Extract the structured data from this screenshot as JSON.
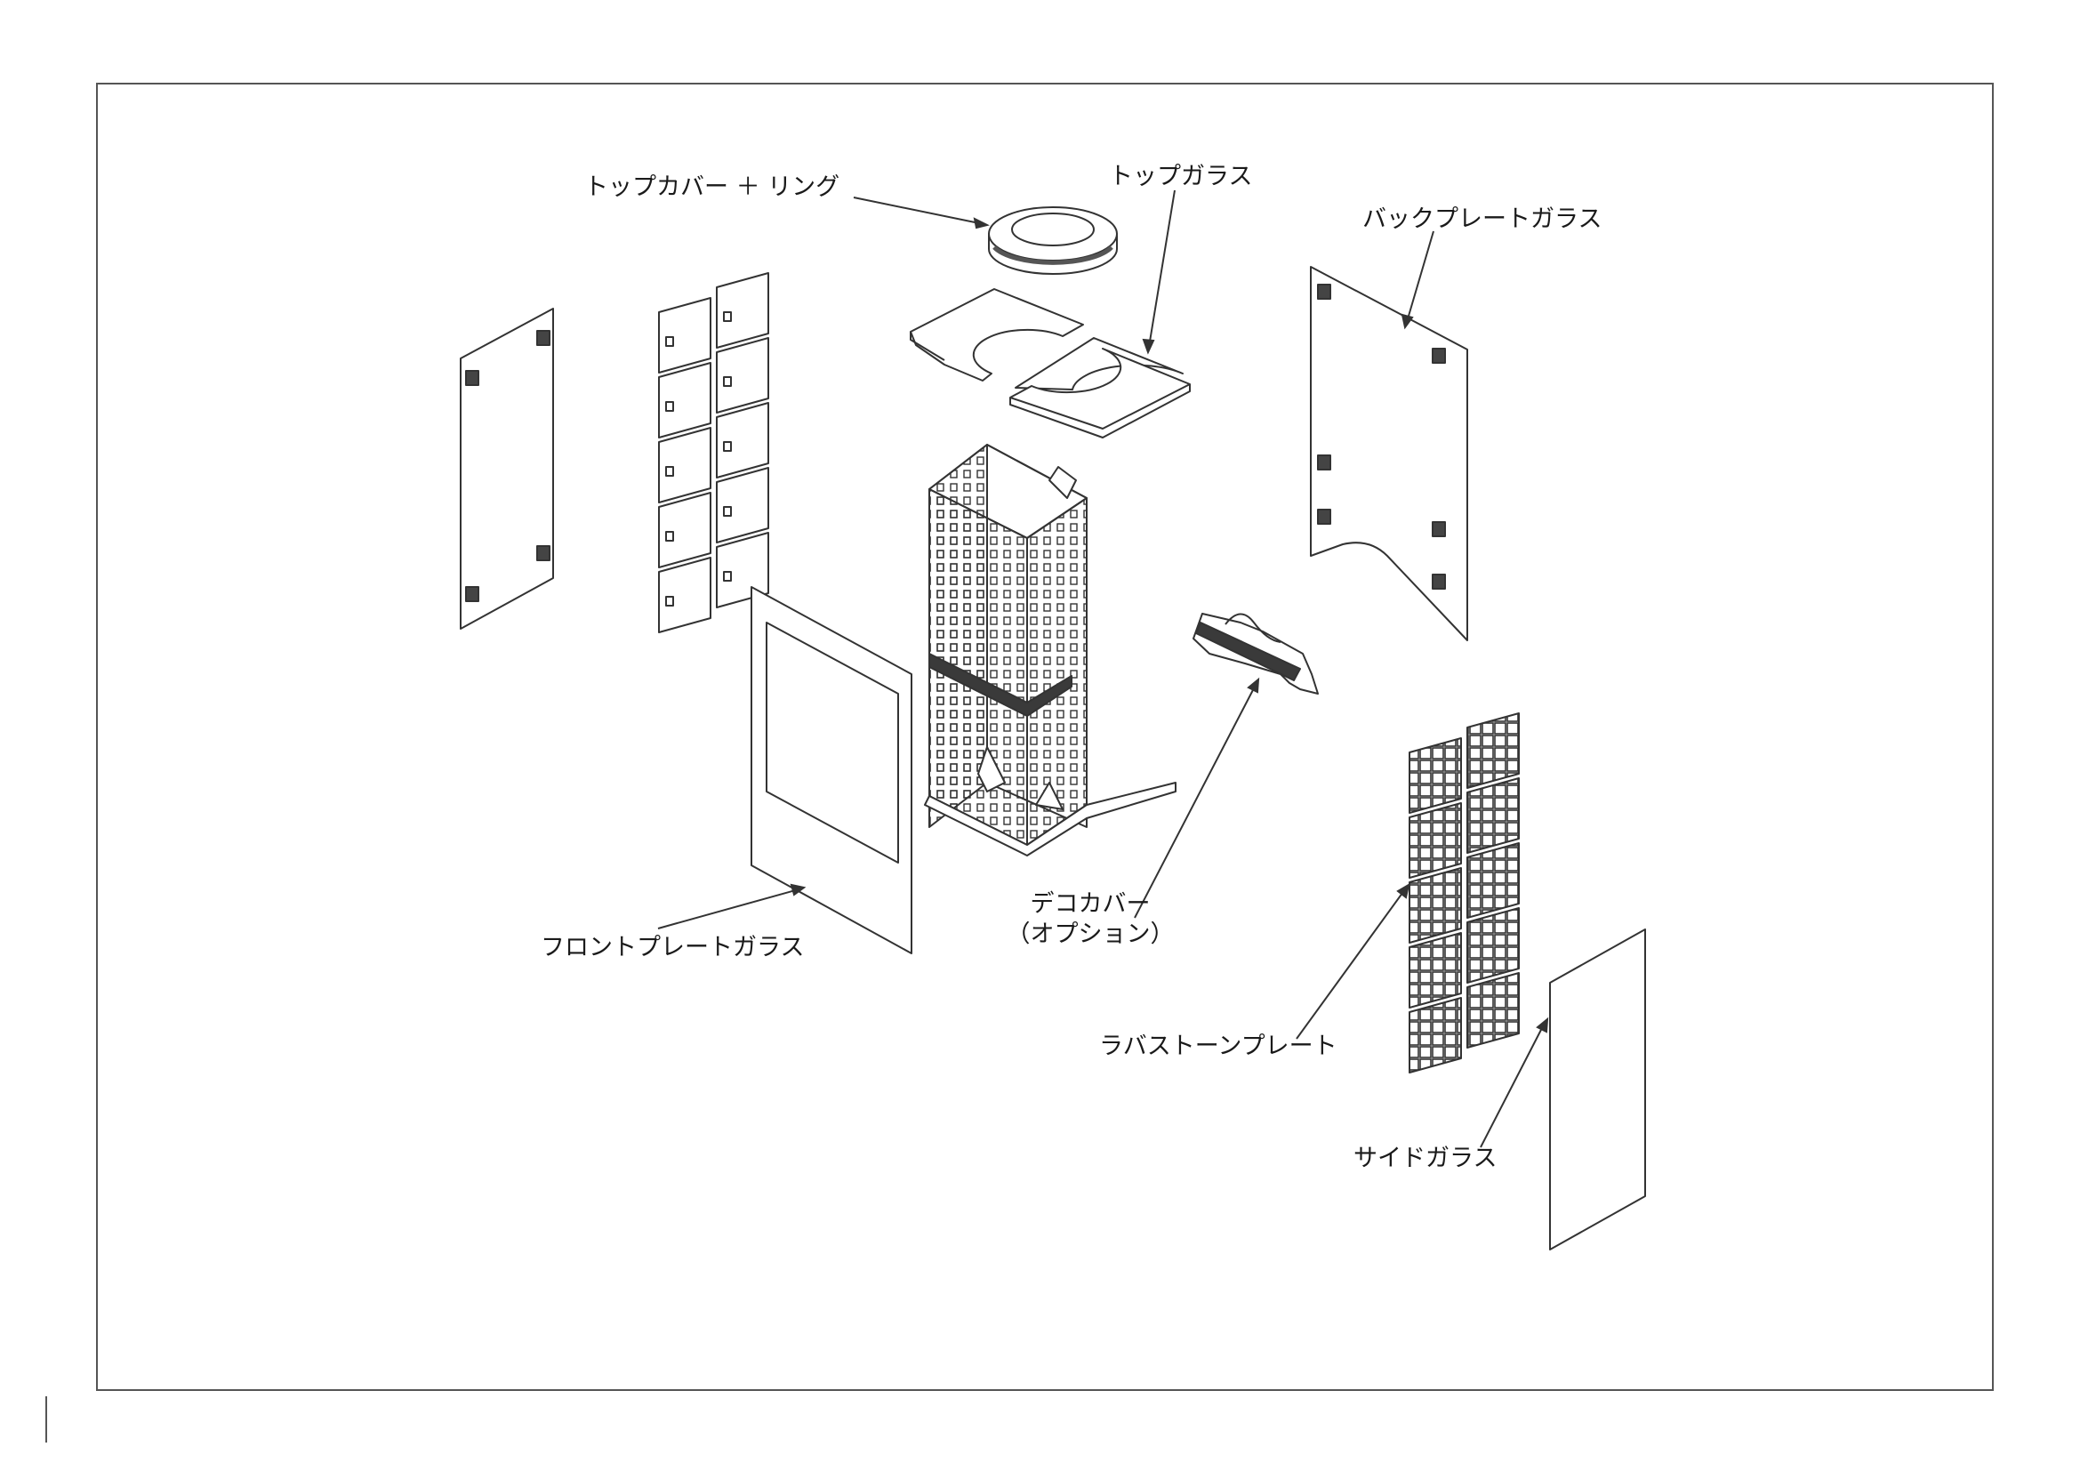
{
  "labels": {
    "top_cover_ring": "トップカバー ＋ リング",
    "top_glass": "トップガラス",
    "back_plate_glass": "バックプレートガラス",
    "front_plate_glass": "フロントプレートガラス",
    "deco_cover_line1": "デコカバー",
    "deco_cover_line2": "（オプション）",
    "lava_stone_plate": "ラバストーンプレート",
    "side_glass": "サイドガラス"
  },
  "colors": {
    "line": "#333333",
    "frame": "#555555",
    "fill": "#ffffff",
    "dark": "#3a3a3a"
  }
}
